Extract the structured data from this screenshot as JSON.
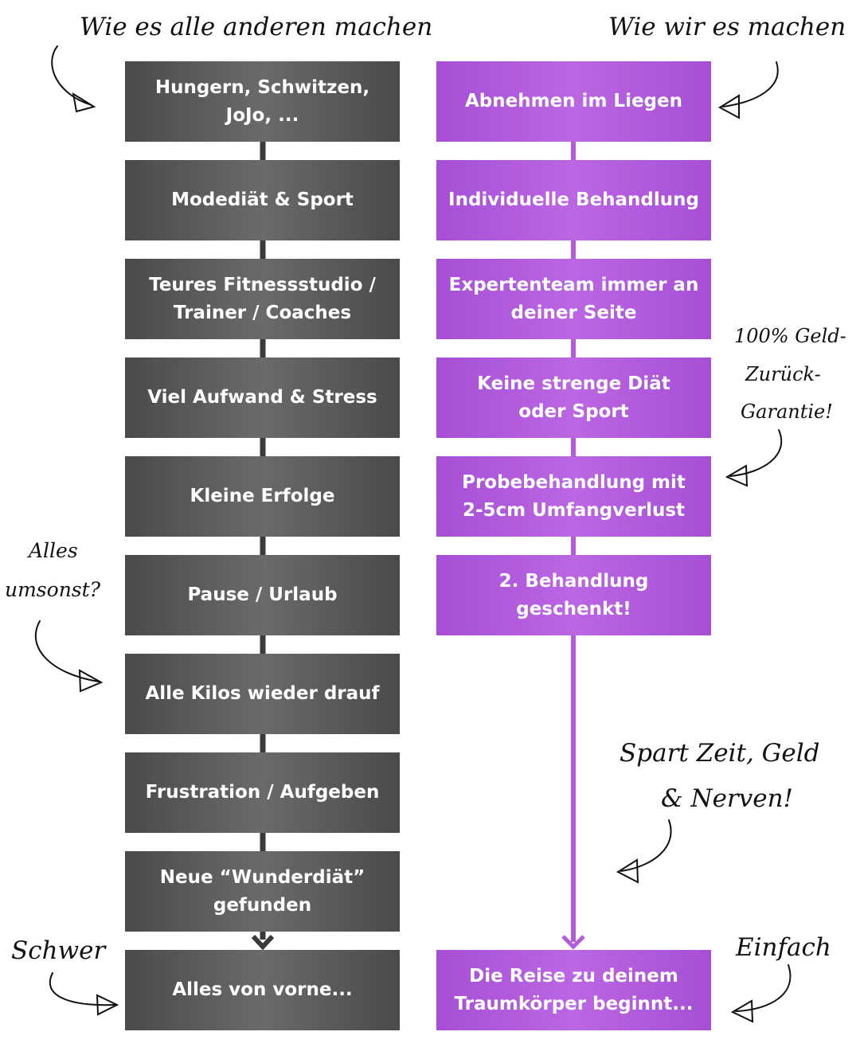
{
  "headers": {
    "left": "Wie es alle anderen machen",
    "right": "Wie wir es machen"
  },
  "left_steps": [
    "Hungern, Schwitzen,\nJoJo, ...",
    "Modediät & Sport",
    "Teures Fitnessstudio /\nTrainer / Coaches",
    "Viel Aufwand & Stress",
    "Kleine Erfolge",
    "Pause / Urlaub",
    "Alle Kilos wieder drauf",
    "Frustration / Aufgeben",
    "Neue “Wunderdiät”\ngefunden",
    "Alles von vorne..."
  ],
  "right_steps": [
    "Abnehmen im Liegen",
    "Individuelle Behandlung",
    "Expertenteam immer an\ndeiner Seite",
    "Keine strenge Diät\noder Sport",
    "Probebehandlung mit\n2-5cm Umfangverlust",
    "2. Behandlung\ngeschenkt!",
    "Die Reise zu deinem\nTraumkörper beginnt..."
  ],
  "annotations": {
    "guarantee_1": "100% Geld-",
    "guarantee_2": "Zurück-",
    "guarantee_3": "Garantie!",
    "free_1": "Alles",
    "free_2": "umsonst?",
    "saves_1": "Spart Zeit, Geld",
    "saves_2": "& Nerven!",
    "hard": "Schwer",
    "easy": "Einfach"
  },
  "colors": {
    "gray_box": "#5a5a5a",
    "purple_box": "#b45ae0",
    "connector_gray": "#3a3a3a",
    "connector_purple": "#b45ae0"
  }
}
